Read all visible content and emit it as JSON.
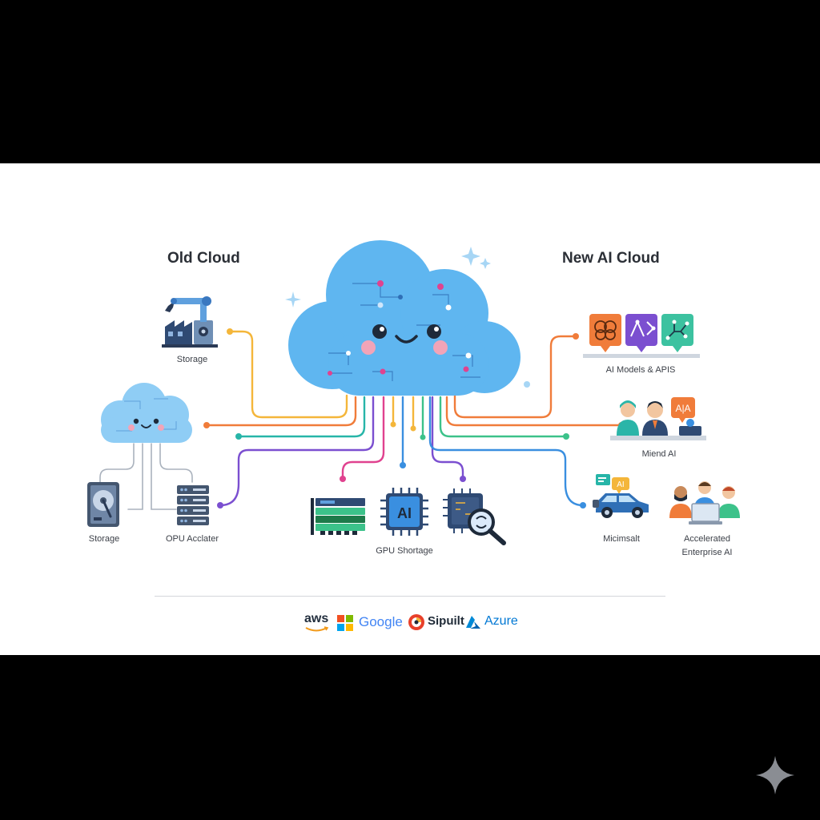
{
  "headings": {
    "old": "Old Cloud",
    "new": "New AI Cloud"
  },
  "labels": {
    "storage_top": "Storage",
    "storage_bottom": "Storage",
    "opu_accelerator": "OPU Acclater",
    "gpu_shortage": "GPU Shortage",
    "ai_models_apis": "AI Models & APIS",
    "miend_ai": "Miend AI",
    "micimsalt": "Micimsalt",
    "accelerated_line1": "Accelerated",
    "accelerated_line2": "Enterprise AI"
  },
  "icon_text": {
    "ai_chip": "AI",
    "people_bubble": "A|A",
    "car_bubble": "AI"
  },
  "brands": [
    {
      "name": "aws",
      "color": "#232f3e"
    },
    {
      "name": "Google",
      "color": "#4285f4"
    },
    {
      "name": "Sipuilt",
      "color": "#1f2a37"
    },
    {
      "name": "Azure",
      "color": "#0078d4"
    }
  ],
  "colors": {
    "cloud_main": "#5fb6f0",
    "cloud_small": "#8fcdf5",
    "orange": "#f07c3a",
    "yellow": "#f4b63a",
    "green": "#3cc28a",
    "teal": "#27b5a8",
    "purple": "#7b4fd0",
    "pink": "#e0428f",
    "blue": "#3a8fe0",
    "gray_wire": "#aab2bd"
  },
  "icons": [
    "robot-arm-factory-icon",
    "server-rack-icon",
    "hard-drive-icon",
    "gpu-card-icon",
    "ai-chip-icon",
    "chip-search-icon",
    "brain-icon",
    "network-icon",
    "circuit-icon",
    "people-icon",
    "car-icon",
    "team-laptop-icon",
    "microsoft-logo-icon",
    "google-logo-icon",
    "sipuilt-logo-icon",
    "azure-logo-icon",
    "sparkle-icon"
  ]
}
